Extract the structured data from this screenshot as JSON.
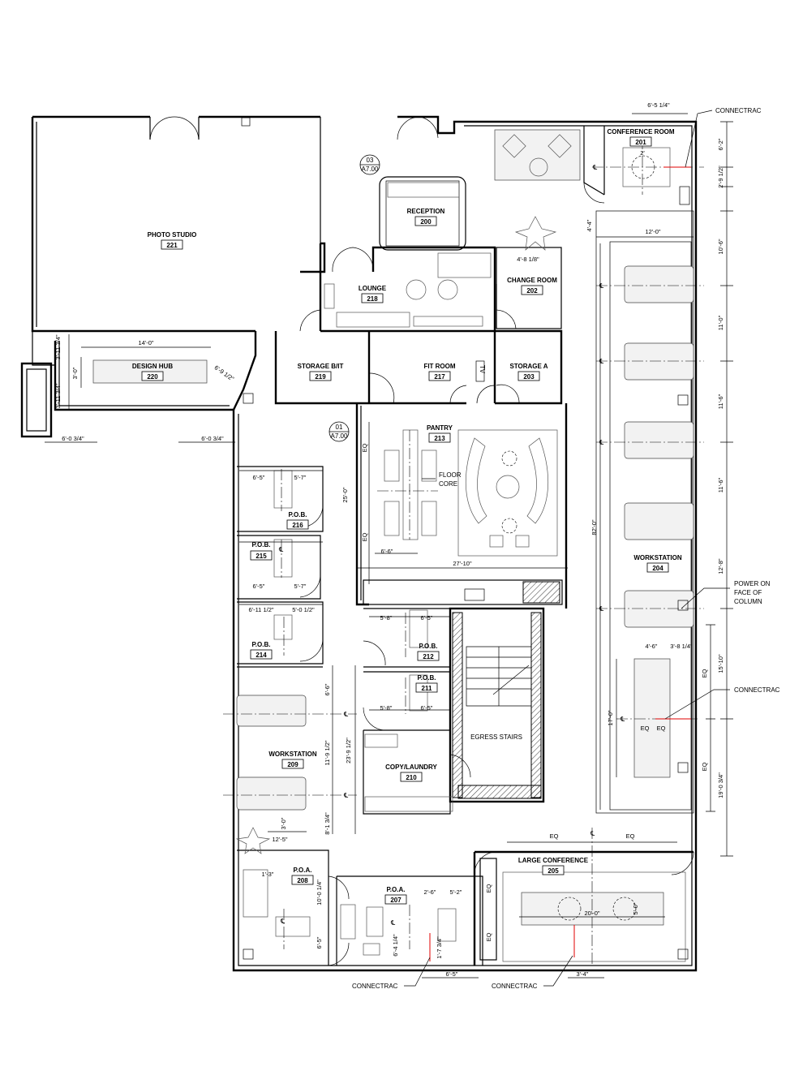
{
  "rooms": {
    "photo_studio": {
      "name": "PHOTO STUDIO",
      "number": "221"
    },
    "reception": {
      "name": "RECEPTION",
      "number": "200"
    },
    "conference_room": {
      "name": "CONFERENCE ROOM",
      "number": "201"
    },
    "change_room": {
      "name": "CHANGE ROOM",
      "number": "202"
    },
    "lounge": {
      "name": "LOUNGE",
      "number": "218"
    },
    "design_hub": {
      "name": "DESIGN HUB",
      "number": "220"
    },
    "storage_bit": {
      "name": "STORAGE B/IT",
      "number": "219"
    },
    "fit_room": {
      "name": "FIT ROOM",
      "number": "217"
    },
    "storage_a": {
      "name": "STORAGE A",
      "number": "203"
    },
    "pantry": {
      "name": "PANTRY",
      "number": "213"
    },
    "pob_216": {
      "name": "P.O.B.",
      "number": "216"
    },
    "pob_215": {
      "name": "P.O.B.",
      "number": "215"
    },
    "pob_214": {
      "name": "P.O.B.",
      "number": "214"
    },
    "pob_212": {
      "name": "P.O.B.",
      "number": "212"
    },
    "pob_211": {
      "name": "P.O.B.",
      "number": "211"
    },
    "workstation_204": {
      "name": "WORKSTATION",
      "number": "204"
    },
    "workstation_209": {
      "name": "WORKSTATION",
      "number": "209"
    },
    "copy_laundry": {
      "name": "COPY/LAUNDRY",
      "number": "210"
    },
    "egress_stairs": {
      "name": "EGRESS STAIRS"
    },
    "poa_208": {
      "name": "P.O.A.",
      "number": "208"
    },
    "poa_207": {
      "name": "P.O.A.",
      "number": "207"
    },
    "large_conference": {
      "name": "LARGE CONFERENCE",
      "number": "205"
    }
  },
  "section_tags": [
    {
      "num": "03",
      "sheet": "A7.00"
    },
    {
      "num": "01",
      "sheet": "A7.00"
    }
  ],
  "notes": {
    "connectrac": "CONNECTRAC",
    "floor_core_1": "FLOOR",
    "floor_core_2": "CORE",
    "power_1": "POWER ON",
    "power_2": "FACE OF",
    "power_3": "COLUMN",
    "tv": "TV",
    "centerline": "℄"
  },
  "dimensions": {
    "d_6_5_1_4": "6'-5 1/4\"",
    "d_6_2": "6'-2\"",
    "d_2_9_1_2": "2'-9 1/2\"",
    "d_2": "2'",
    "d_4_4": "4'-4\"",
    "d_12_0": "12'-0\"",
    "d_10_6": "10'-6\"",
    "d_11_0": "11'-0\"",
    "d_11_6": "11'-6\"",
    "d_11_6b": "11'-6\"",
    "d_82_0": "82'-0\"",
    "d_12_8": "12'-8\"",
    "d_4_8_1_8": "4'-8 1/8\"",
    "d_14_0": "14'-0\"",
    "d_3_11_3_4a": "3'-11 3/4\"",
    "d_3_0": "3'-0\"",
    "d_3_11_3_4b": "3'-11 3/4\"",
    "d_6_9_1_2": "6'-9 1/2\"",
    "d_6_0_3_4a": "6'-0 3/4\"",
    "d_6_0_3_4b": "6'-0 3/4\"",
    "d_25_0": "25'-0\"",
    "d_eq": "EQ",
    "d_6_6": "6'-6\"",
    "d_27_10": "27'-10\"",
    "d_6_5a": "6'-5\"",
    "d_5_7a": "5'-7\"",
    "d_6_5b": "6'-5\"",
    "d_5_7b": "5'-7\"",
    "d_6_11_1_2": "6'-11 1/2\"",
    "d_5_0_1_2": "5'-0 1/2\"",
    "d_5_8a": "5'-8\"",
    "d_6_5c": "6'-5\"",
    "d_5_8b": "5'-8\"",
    "d_6_5d": "6'-5\"",
    "d_6_6b": "6'-6\"",
    "d_11_9_1_2": "11'-9 1/2\"",
    "d_23_9_1_2": "23'-9 1/2\"",
    "d_8_1_3_4": "8'-1 3/4\"",
    "d_3_0b": "3'-0\"",
    "d_12_5": "12'-5\"",
    "d_4_6": "4'-6\"",
    "d_3_8_1_4": "3'-8 1/4\"",
    "d_15_10": "15'-10\"",
    "d_17_0": "17'-0\"",
    "d_19_0_3_4": "19'-0 3/4\"",
    "d_1_3": "1'-3\"",
    "d_10_0_1_4": "10'-0 1/4\"",
    "d_6_5e": "6'-5\"",
    "d_2_6": "2'-6\"",
    "d_5_2": "5'-2\"",
    "d_6_4_1_4": "6'-4 1/4\"",
    "d_1_7_3_4": "1'-7 3/4\"",
    "d_6_5f": "6'-5\"",
    "d_20_0": "20'-0\"",
    "d_5_0": "5'-0\"",
    "d_3_4": "3'-4\""
  }
}
